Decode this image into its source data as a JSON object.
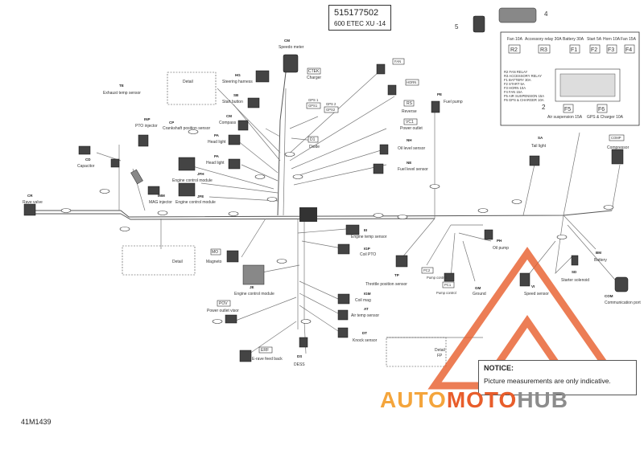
{
  "title": {
    "part_number": "515177502",
    "model": "600 ETEC XU -14"
  },
  "reference": "41M1439",
  "notice": {
    "heading": "NOTICE:",
    "text": "Picture measurements are only indicative."
  },
  "watermark": {
    "part1": "AUTO",
    "part2": "MOTO",
    "part3": "HUB",
    "color_orange": "#f4a53c",
    "color_red": "#e85d2b",
    "color_gray": "#8c8c8c"
  },
  "callouts": {
    "c2": "2",
    "c4": "4",
    "c5": "5"
  },
  "fusebox": {
    "top_labels": [
      "Fan 10A",
      "Accessory relay 30A",
      "Battery 30A",
      "Start 5A",
      "Horn 10A",
      "Fan 15A"
    ],
    "top_codes": [
      "R2",
      "R3",
      "F1",
      "F2",
      "F3",
      "F4"
    ],
    "bottom_codes": [
      "F5",
      "F6"
    ],
    "bottom_labels": [
      "Air suspension 15A",
      "GPS & Charger 10A"
    ],
    "legend": [
      "R2 FAN RELAY",
      "R3 ACCESSORY RELAY",
      "F1 BATTERY 30A",
      "F2 START 5A",
      "F3 HORN 10A",
      "F4 FAN 15A",
      "F5 AIR SUSPENSION 15A",
      "F6 GPS & CHARGER 10A"
    ]
  },
  "components": {
    "speedo": {
      "code": "CM",
      "label": "Speedo meter"
    },
    "exhaust": {
      "code": "TE",
      "label": "Exhaust temp sensor"
    },
    "steering": {
      "code": "HG",
      "label": "Steering harness"
    },
    "start": {
      "code": "SB",
      "label": "Start button"
    },
    "compass": {
      "code": "CM",
      "label": "Compass"
    },
    "pto": {
      "code": "INP",
      "label": "PTO injector"
    },
    "crank": {
      "code": "CP",
      "label": "Crankshaft position sensor"
    },
    "headlight1": {
      "code": "PA",
      "label": "Head light"
    },
    "headlight2": {
      "code": "PA",
      "label": "Head light"
    },
    "capacitor": {
      "code": "CD",
      "label": "Capacitor"
    },
    "ecm1": {
      "code": "JFH",
      "label": "Engine control module"
    },
    "ecm2": {
      "code": "JFE",
      "label": "Engine control module"
    },
    "mag": {
      "code": "IMM",
      "label": "MAG injector"
    },
    "rave": {
      "code": "CR",
      "label": "Rave valve"
    },
    "ctek": {
      "code": "CTEK",
      "label": "Charger"
    },
    "gps1": {
      "code": "GPS1",
      "label": "GPS 1"
    },
    "gps2": {
      "code": "GPS2",
      "label": "GPS 2"
    },
    "diode": {
      "code": "D1",
      "label": "Diode"
    },
    "fan": {
      "code": "FAN"
    },
    "horn": {
      "code": "HORN"
    },
    "reverse": {
      "code": "RS",
      "label": "Reverse"
    },
    "power_outlet": {
      "code": "VC1",
      "label": "Power outlet"
    },
    "oil_level": {
      "code": "NH",
      "label": "Oil level sensor"
    },
    "fuel_level": {
      "code": "NE",
      "label": "Fuel level sensor"
    },
    "fuel_pump": {
      "code": "PE",
      "label": "Fuel pump"
    },
    "tail": {
      "code": "SA",
      "label": "Tail light"
    },
    "compressor": {
      "code": "COMP",
      "label": "Compressor"
    },
    "engine_temp": {
      "code": "EI",
      "label": "Engine temp sensor"
    },
    "coil_pto": {
      "code": "IGP",
      "label": "Coil PTO"
    },
    "magneto": {
      "code": "MO",
      "label": "Magneto"
    },
    "ecm3": {
      "code": "JE",
      "label": "Engine control module"
    },
    "coil_mag": {
      "code": "IGM",
      "label": "Coil mag"
    },
    "air_temp": {
      "code": "AT",
      "label": "Air temp sensor"
    },
    "knock": {
      "code": "DT",
      "label": "Knock sensor"
    },
    "pov": {
      "code": "POV",
      "label": "Power outlet visor"
    },
    "erf": {
      "code": "ERF",
      "label": "E-rave feed back"
    },
    "dess": {
      "code": "DS",
      "label": "DESS"
    },
    "tps": {
      "code": "TP",
      "label": "Throttle position sensor"
    },
    "pc2": {
      "code": "PC2",
      "label": "Pump control"
    },
    "pc1": {
      "code": "PC1",
      "label": "Pump control"
    },
    "oil_pump": {
      "code": "PH",
      "label": "Oil pump"
    },
    "ground": {
      "code": "GM",
      "label": "Ground"
    },
    "speed": {
      "code": "VI",
      "label": "Speed sensor"
    },
    "battery": {
      "code": "BM",
      "label": "Battery"
    },
    "solenoid": {
      "code": "SD",
      "label": "Starter solenoid"
    },
    "com": {
      "code": "COM",
      "label": "Communication port"
    }
  },
  "details": {
    "d1": "Detail",
    "d2": "Detail",
    "d3": "Detail",
    "d3_code": "FP"
  }
}
